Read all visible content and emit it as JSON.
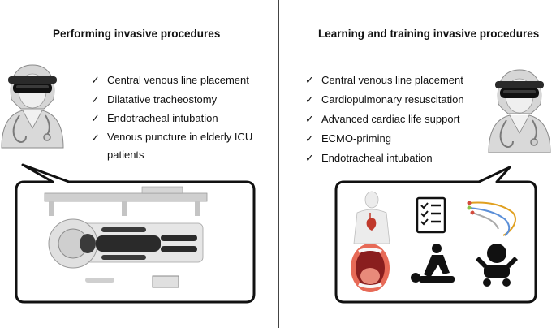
{
  "left_panel": {
    "heading": "Performing invasive procedures",
    "items": [
      "Central venous line placement",
      "Dilatative tracheostomy",
      "Endotracheal intubation",
      "Venous puncture in elderly ICU patients"
    ]
  },
  "right_panel": {
    "heading": "Learning and training invasive procedures",
    "items": [
      "Central venous line placement",
      "Cardiopulmonary resuscitation",
      "Advanced cardiac life support",
      "ECMO-priming",
      "Endotracheal intubation"
    ]
  },
  "check_glyph": "✓",
  "icons": [
    "doctor-with-ar-headset-icon",
    "ct-scanner-patient-icon",
    "anatomy-torso-icon",
    "checklist-icon",
    "catheter-tubes-icon",
    "open-mouth-icon",
    "cpr-icon",
    "baby-icon"
  ],
  "colors": {
    "line": "#222222",
    "figure": "#cfcfcf",
    "accent": "#d34b3c"
  }
}
